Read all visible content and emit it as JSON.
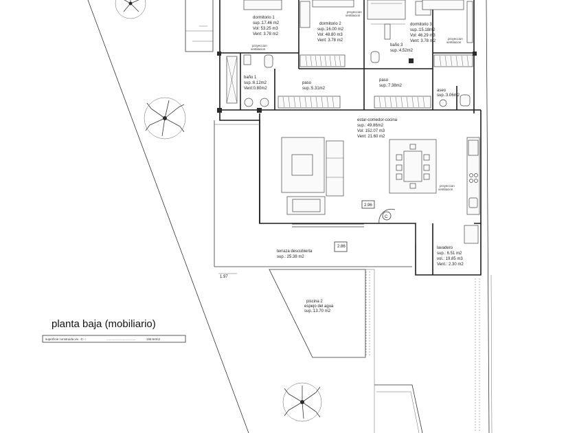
{
  "title": "planta baja (mobiliario)",
  "superficie": {
    "label": "superficie construida viv. -C- :",
    "dots": "..................................",
    "value": "158.64m2"
  },
  "rooms": {
    "dormitorio1": {
      "name": "dormitorio 1",
      "sup": "sup.:17.46  m2",
      "vol": "Vol: 53.25 m3",
      "vent": "Vent: 3.78 m2"
    },
    "dormitorio2": {
      "name": "dormitorio 2",
      "sup": "sup.:16.00  m2",
      "vol": "Vol: 48.80 m3",
      "vent": "Vent: 3.78 m2"
    },
    "dormitorio3": {
      "name": "dormitorio 3",
      "sup": "sup.:15.18m2",
      "vol": "Vol: 46.29 m3",
      "vent": "Vent: 3.78 m2"
    },
    "bano1": {
      "name": "baño 1",
      "sup": "sup.:6.12m2",
      "vent": "Vent:0.80m2"
    },
    "bano3": {
      "name": "baño 3",
      "sup": "sup.:4.52m2"
    },
    "paso1": {
      "name": "paso",
      "sup": "sup.:5.31m2"
    },
    "paso2": {
      "name": "paso",
      "sup": "sup.:7.38m2"
    },
    "aseo": {
      "name": "aseo",
      "sup": "sup.:3.06m2"
    },
    "estar": {
      "name": "estar-comedor-cocina",
      "sup": "sup.: 49.86m2",
      "vol": "Vol: 152.07 m3",
      "vent": "Vent: 21.60 m2"
    },
    "terraza": {
      "name": "terraza descubierta",
      "sup": "sup.: 25.38 m2"
    },
    "lavadero": {
      "name": "lavadero",
      "sup": "sup.: 6.51 m2",
      "vol": "vol.: 19.85 m3",
      "vent": "Vent.: 2.30 m2"
    },
    "piscina": {
      "name": "piscina 2",
      "sub": "espejo del agua",
      "sup": "sup.:13.70 m2"
    }
  },
  "notes": {
    "proyeccion": "proyeccion",
    "ventilacion": "ventilacion"
  },
  "levels": {
    "estar": "2.96",
    "terraza": "2.86",
    "exterior": "1.97"
  },
  "symbols": {
    "caldera": "C"
  }
}
